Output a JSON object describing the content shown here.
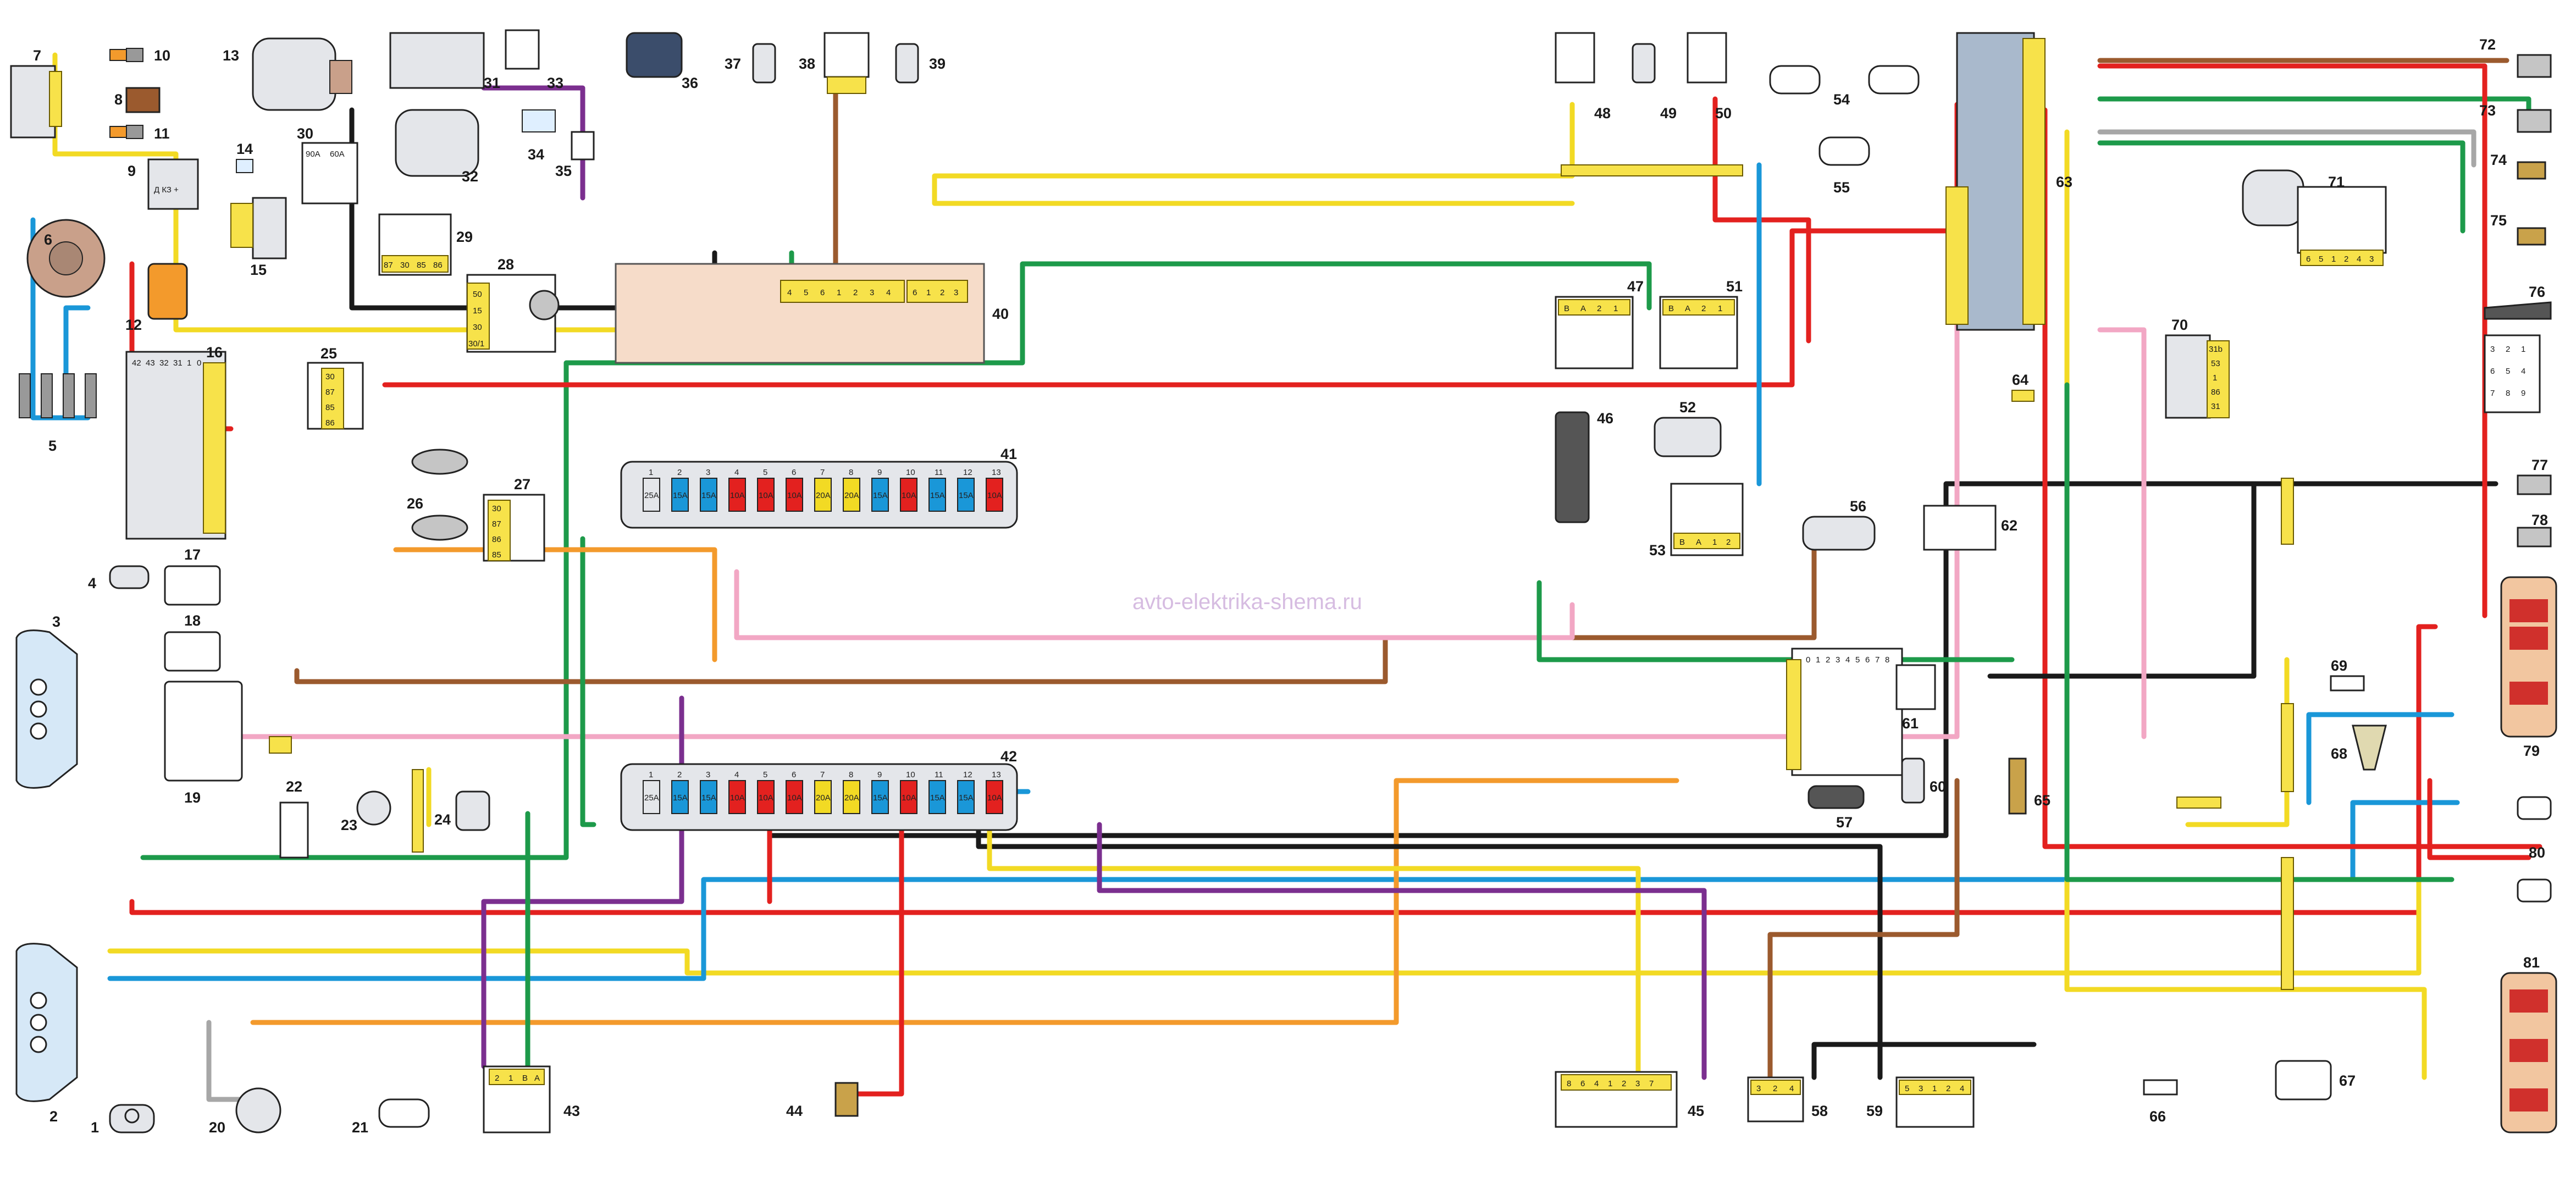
{
  "watermark": "avto-elektrika-shema.ru",
  "colors": {
    "red": "#e3211f",
    "yellow": "#f2da24",
    "blue": "#1a97d8",
    "green": "#1d9a4a",
    "black": "#1a1a1a",
    "brown": "#9b5a2e",
    "pink": "#f2a7c4",
    "orange": "#f39a2c",
    "violet": "#7b2f8f",
    "grey": "#a7a7a7",
    "white": "#ffffff",
    "connector": "#f7e24a",
    "block_fill": "#f6dcc9",
    "component_fill": "#e4e6ea"
  },
  "component_labels": [
    "1",
    "2",
    "3",
    "4",
    "5",
    "6",
    "7",
    "8",
    "9",
    "10",
    "11",
    "12",
    "13",
    "14",
    "15",
    "16",
    "17",
    "18",
    "19",
    "20",
    "21",
    "22",
    "23",
    "24",
    "25",
    "26",
    "27",
    "28",
    "29",
    "30",
    "31",
    "32",
    "33",
    "34",
    "35",
    "36",
    "37",
    "38",
    "39",
    "40",
    "41",
    "42",
    "43",
    "44",
    "45",
    "46",
    "47",
    "48",
    "49",
    "50",
    "51",
    "52",
    "53",
    "54",
    "55",
    "56",
    "57",
    "58",
    "59",
    "60",
    "61",
    "62",
    "63",
    "64",
    "65",
    "66",
    "67",
    "68",
    "69",
    "70",
    "71",
    "72",
    "73",
    "74",
    "75",
    "76",
    "77",
    "78",
    "79",
    "80",
    "81"
  ],
  "fuse_box_41": {
    "numbers": [
      "1",
      "2",
      "3",
      "4",
      "5",
      "6",
      "7",
      "8",
      "9",
      "10",
      "11",
      "12",
      "13"
    ],
    "ratings": [
      "25A",
      "15A",
      "15A",
      "10A",
      "10A",
      "10A",
      "20A",
      "20A",
      "15A",
      "10A",
      "15A",
      "15A",
      "10A"
    ]
  },
  "fuse_box_42": {
    "numbers": [
      "1",
      "2",
      "3",
      "4",
      "5",
      "6",
      "7",
      "8",
      "9",
      "10",
      "11",
      "12",
      "13"
    ],
    "ratings": [
      "25A",
      "15A",
      "15A",
      "10A",
      "10A",
      "10A",
      "20A",
      "20A",
      "15A",
      "10A",
      "15A",
      "15A",
      "10A"
    ]
  },
  "relay_pins": {
    "relay_29": [
      "87",
      "30",
      "85",
      "86"
    ],
    "relay_25": [
      "30",
      "87",
      "85",
      "86"
    ],
    "relay_27": [
      "30",
      "87",
      "86",
      "85"
    ],
    "block_30": [
      "90A",
      "60A"
    ],
    "ignition_28": [
      "50",
      "15",
      "30",
      "30/1"
    ]
  },
  "connector_pins": {
    "block_16": [
      "42",
      "43",
      "32",
      "31",
      "1",
      "0"
    ],
    "block_40_a": [
      "4",
      "5",
      "6",
      "1",
      "2",
      "3",
      "4"
    ],
    "block_40_b": [
      "6",
      "1",
      "2",
      "3"
    ],
    "switch_47": [
      "B",
      "A",
      "2",
      "1"
    ],
    "switch_51": [
      "B",
      "A",
      "2",
      "1"
    ],
    "switch_53": [
      "B",
      "A",
      "1",
      "2"
    ],
    "block_43": [
      "2",
      "1",
      "B",
      "A"
    ],
    "block_45": [
      "8",
      "6",
      "4",
      "1",
      "2",
      "3",
      "7"
    ],
    "block_58": [
      "3",
      "2",
      "4"
    ],
    "block_59": [
      "5",
      "3",
      "1",
      "2",
      "4"
    ],
    "block_70": [
      "31b",
      "53",
      "1",
      "86",
      "31"
    ],
    "block_71": [
      "6",
      "5",
      "1",
      "2",
      "4",
      "3"
    ],
    "switch_76": [
      "3",
      "2",
      "1",
      "6",
      "5",
      "4",
      "7",
      "8",
      "9"
    ],
    "selector_57": [
      "0",
      "1",
      "2",
      "3",
      "4",
      "5",
      "6",
      "7",
      "8"
    ],
    "diag_9": "Д КЗ +"
  }
}
